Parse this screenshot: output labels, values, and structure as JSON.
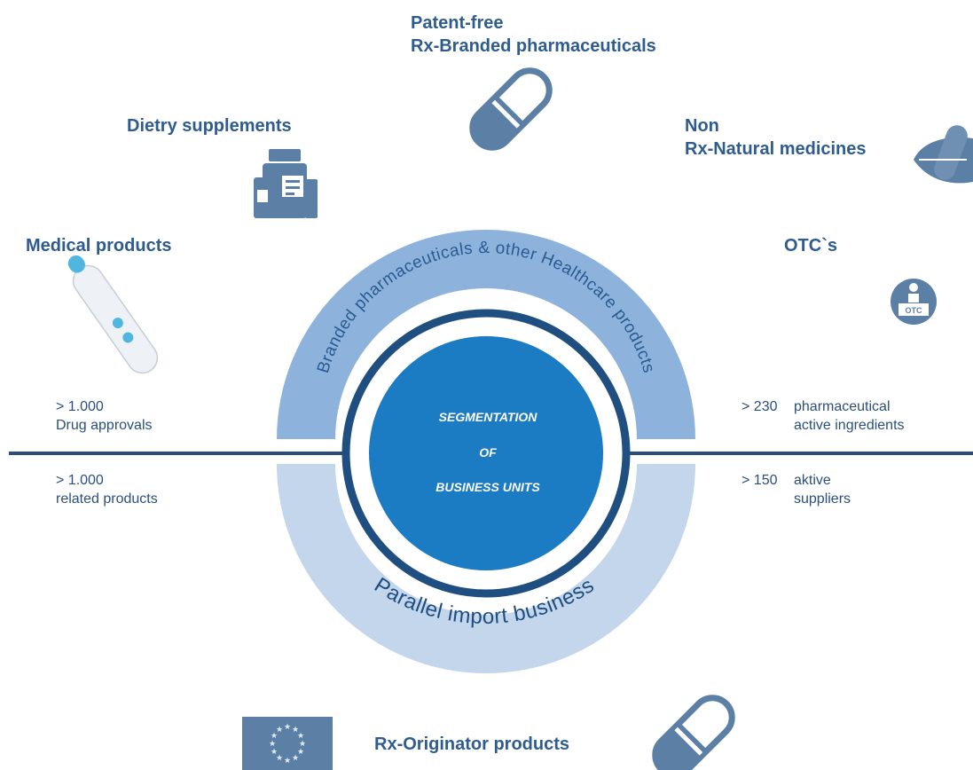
{
  "top": {
    "patent_free": [
      "Patent-free",
      "Rx-Branded pharmaceuticals"
    ],
    "dietry": "Dietry supplements",
    "natural": [
      "Non",
      "Rx-Natural medicines"
    ],
    "medical": "Medical products",
    "otc": "OTC`s",
    "otc_badge": "OTC"
  },
  "stats": {
    "left_upper": [
      "> 1.000",
      "Drug approvals"
    ],
    "left_lower": [
      "> 1.000",
      "related products"
    ],
    "right_upper_num": "> 230",
    "right_upper_text": [
      "pharmaceutical",
      "active ingredients"
    ],
    "right_lower_num": "> 150",
    "right_lower_text": [
      "aktive",
      "suppliers"
    ]
  },
  "ring": {
    "upper_arc": "Branded pharmaceuticals & other Healthcare products",
    "lower_arc": "Parallel import business"
  },
  "center": [
    "SEGMENTATION",
    "OF",
    "BUSINESS UNITS"
  ],
  "bottom": {
    "originator": "Rx-Originator products"
  },
  "colors": {
    "upper_arc": "#8db3dc",
    "lower_arc": "#c3d6ec",
    "dark_ring": "#1f4e80",
    "center": "#1b7bc3",
    "label": "#2f5c8f",
    "icon": "#5c7fa6"
  }
}
